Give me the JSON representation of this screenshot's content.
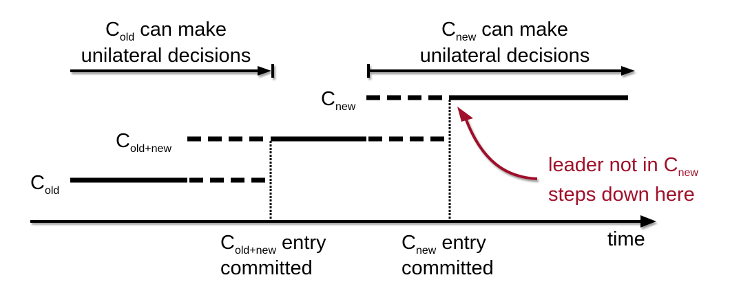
{
  "colors": {
    "line": "#000000",
    "annotation": "#a0102a",
    "background": "#ffffff"
  },
  "top_annotations": {
    "old": {
      "c": "C",
      "sub": "old",
      "rest": " can make",
      "line2": "unilateral decisions"
    },
    "new": {
      "c": "C",
      "sub": "new",
      "rest": " can make",
      "line2": "unilateral decisions"
    }
  },
  "rows": {
    "new": {
      "c": "C",
      "sub": "new"
    },
    "oldnew": {
      "c": "C",
      "sub": "old+new"
    },
    "old": {
      "c": "C",
      "sub": "old"
    }
  },
  "axis": {
    "label": "time"
  },
  "commit_labels": {
    "oldnew": {
      "c": "C",
      "sub": "old+new",
      "rest": " entry",
      "line2": "committed"
    },
    "new": {
      "c": "C",
      "sub": "new",
      "rest": " entry",
      "line2": "committed"
    }
  },
  "leader_note": {
    "line1": "leader not in C",
    "line1_sub": "new",
    "line2": "steps down here"
  }
}
